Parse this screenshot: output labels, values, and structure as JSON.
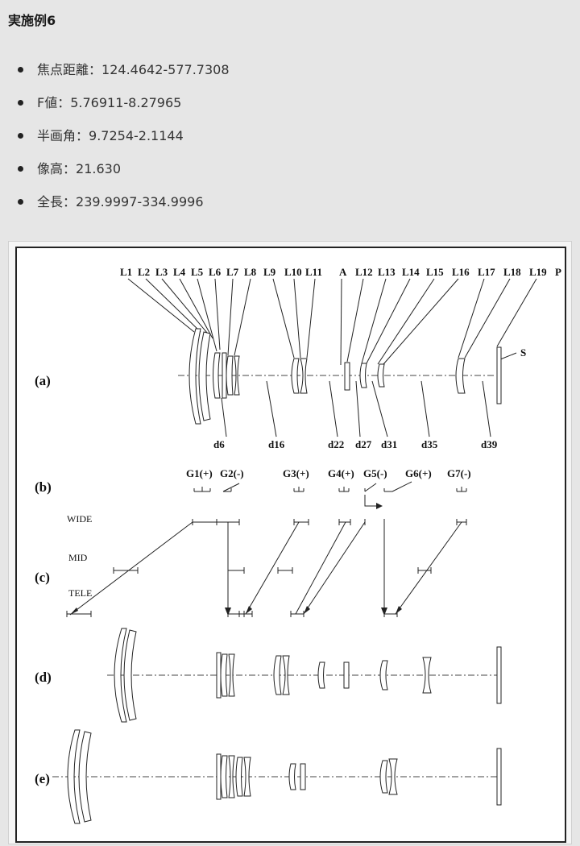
{
  "heading": "実施例6",
  "specs": [
    {
      "label": "焦点距離",
      "value": "124.4642-577.7308"
    },
    {
      "label": "F値",
      "value": "5.76911-8.27965"
    },
    {
      "label": "半画角",
      "value": "9.7254-2.1144"
    },
    {
      "label": "像高",
      "value": "21.630"
    },
    {
      "label": "全長",
      "value": "239.9997-334.9996"
    }
  ],
  "separator": "：",
  "figure": {
    "lens_labels": [
      "L1",
      "L2",
      "L3",
      "L4",
      "L5",
      "L6",
      "L7",
      "L8",
      "L9",
      "L10",
      "L11",
      "A",
      "L12",
      "L13",
      "L14",
      "L15",
      "L16",
      "L17",
      "L18",
      "L19",
      "P"
    ],
    "s_label": "S",
    "distances": [
      "d6",
      "d16",
      "d22",
      "d27",
      "d31",
      "d35",
      "d39"
    ],
    "groups": [
      "G1(+)",
      "G2(-)",
      "G3(+)",
      "G4(+)",
      "G5(-)",
      "G6(+)",
      "G7(-)"
    ],
    "zoom_positions": [
      "WIDE",
      "MID",
      "TELE"
    ],
    "panels": [
      "(a)",
      "(b)",
      "(c)",
      "(d)",
      "(e)"
    ]
  }
}
